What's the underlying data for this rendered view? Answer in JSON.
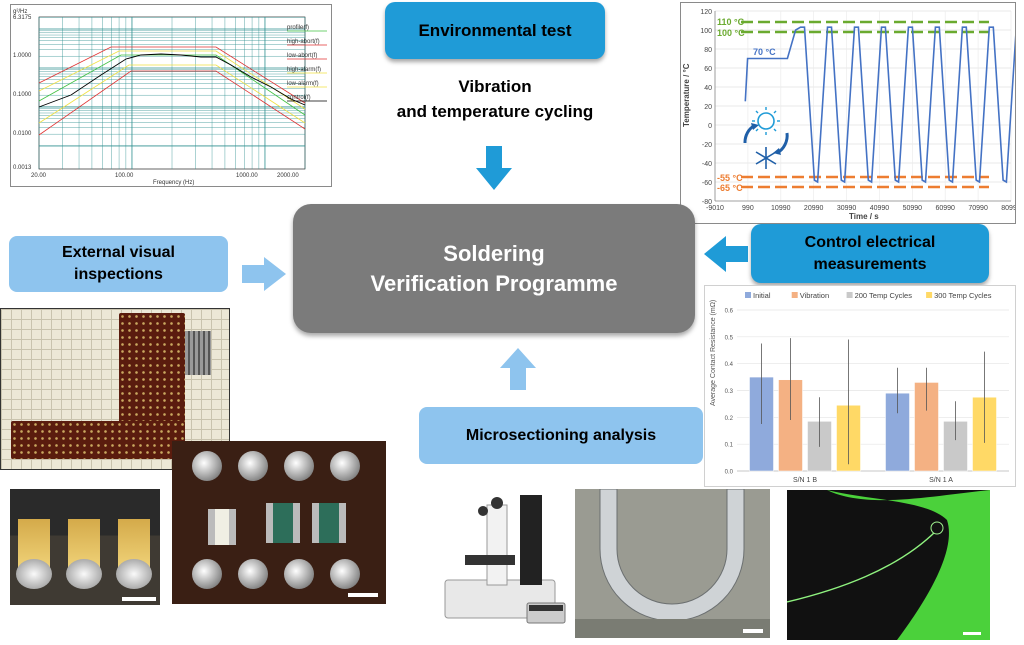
{
  "center": {
    "line1": "Soldering",
    "line2": "Verification Programme"
  },
  "env_test": {
    "label": "Environmental test"
  },
  "vibration_text": {
    "line1": "Vibration",
    "line2": "and temperature cycling"
  },
  "external": {
    "line1": "External visual",
    "line2": "inspections"
  },
  "control": {
    "line1": "Control electrical",
    "line2": "measurements"
  },
  "micro": {
    "label": "Microsectioning analysis"
  },
  "colors": {
    "dark_box": "#1f9bd7",
    "light_box": "#8ec4ee",
    "center_box": "#7b7b7b",
    "hot": "#6aaa2f",
    "cold": "#ed7d31",
    "trace": "#4472c4"
  },
  "vib_chart": {
    "ytop": "g²/Hz",
    "ymax": "6.3175",
    "xlabel": "Frequency (Hz)",
    "yticks": [
      "1.0000",
      "0.1000",
      "0.0100",
      "0.0013"
    ],
    "xticks": [
      "20.00",
      "100.00",
      "1000.00",
      "2000.00"
    ],
    "legend": [
      "profile(f)",
      "high-abort(f)",
      "low-abort(f)",
      "high-alarm(f)",
      "low-alarm(f)",
      "control(f)"
    ]
  },
  "temp_chart": {
    "ylabel": "Temperature / °C",
    "xlabel": "Time / s",
    "yticks": [
      "120",
      "100",
      "80",
      "60",
      "40",
      "20",
      "0",
      "-20",
      "-40",
      "-60",
      "-80"
    ],
    "xticks": [
      "-9010",
      "990",
      "10990",
      "20990",
      "30990",
      "40990",
      "50990",
      "60990",
      "70990",
      "80990"
    ],
    "labels": {
      "t110": "110 °C",
      "t100": "100 °C",
      "t70": "70 °C",
      "tm55": "-55 °C",
      "tm65": "-65 °C"
    }
  },
  "chart_data": {
    "type": "bar",
    "title": "",
    "ylabel": "Average Contact Resistance  (mΩ)",
    "categories": [
      "S/N 1 B",
      "S/N 1 A"
    ],
    "ylim": [
      0,
      0.6
    ],
    "yticks": [
      "0.6",
      "0.5",
      "0.4",
      "0.3",
      "0.2",
      "0.1",
      "0.0"
    ],
    "legend_position": "top",
    "series": [
      {
        "name": "Initial",
        "color": "#8faadc",
        "values": [
          0.35,
          0.29
        ],
        "err_low": [
          0.175,
          0.215
        ],
        "err_high": [
          0.475,
          0.385
        ]
      },
      {
        "name": "Vibration",
        "color": "#f4b183",
        "values": [
          0.34,
          0.33
        ],
        "err_low": [
          0.19,
          0.225
        ],
        "err_high": [
          0.495,
          0.385
        ]
      },
      {
        "name": "200 Temp Cycles",
        "color": "#c9c9c9",
        "values": [
          0.185,
          0.185
        ],
        "err_low": [
          0.09,
          0.115
        ],
        "err_high": [
          0.275,
          0.26
        ]
      },
      {
        "name": "300 Temp Cycles",
        "color": "#ffd966",
        "values": [
          0.245,
          0.275
        ],
        "err_low": [
          0.025,
          0.105
        ],
        "err_high": [
          0.49,
          0.445
        ]
      }
    ]
  }
}
